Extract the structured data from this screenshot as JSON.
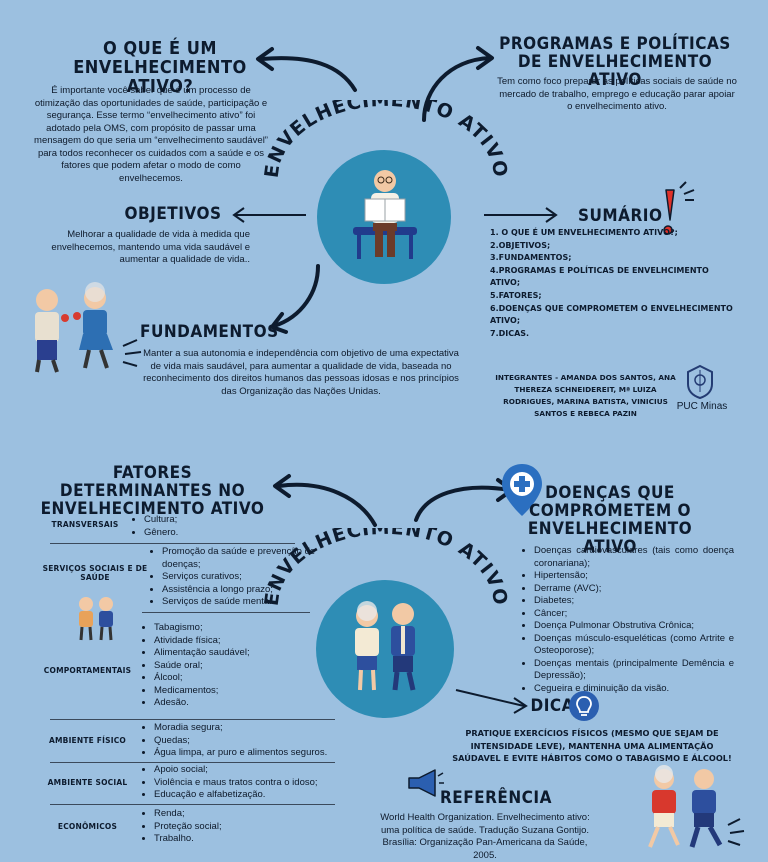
{
  "top": {
    "o_que_title": "O QUE É UM ENVELHECIMENTO ATIVO?",
    "o_que_text": "É importante você saber que é um processo de otimização das oportunidades de saúde, participação e segurança. Esse termo “envelhecimento ativo”  foi adotado pela OMS, com propósito de passar uma mensagem do que seria um “envelhecimento saudável” para todos reconhecer os cuidados com a saúde e os fatores que podem afetar o modo de como envelhecemos.",
    "center_title": "ENVELHECIMENTO ATIVO",
    "programas_title": "PROGRAMAS E POLÍTICAS DE ENVELHECIMENTO ATIVO",
    "programas_text": "Tem como foco preparar as políticas sociais de saúde no mercado de trabalho, emprego e educação parar apoiar o envelhecimento ativo.",
    "objetivos_title": "OBJETIVOS",
    "objetivos_text": "Melhorar a qualidade de vida à medida que envelhecemos, mantendo uma vida saudável e aumentar a qualidade de vida..",
    "sumario_title": "SUMÁRIO",
    "sumario_items": [
      "1. O QUE É UM ENVELHECIMENTO ATIVO?;",
      "2.OBJETIVOS;",
      "3.FUNDAMENTOS;",
      "4.PROGRAMAS E POLÍTICAS DE ENVELHCIMENTO ATIVO;",
      "5.FATORES;",
      "6.DOENÇAS QUE COMPROMETEM O ENVELHECIMENTO ATIVO;",
      "7.DICAS."
    ],
    "fundamentos_title": "FUNDAMENTOS",
    "fundamentos_text": "Manter a sua autonomia e independência com objetivo de uma expectativa de vida mais saudável, para aumentar a qualidade de vida, baseada no reconhecimento dos direitos humanos das pessoas idosas e nos princípios das Organização das Nações Unidas.",
    "integrantes": "INTEGRANTES - AMANDA DOS SANTOS, ANA THEREZA SCHNEIDEREIT, Mª LUIZA RODRIGUES, MARINA BATISTA, VINICIUS SANTOS E REBECA PAZIN",
    "puc": "PUC Minas"
  },
  "bottom": {
    "fatores_title": "FATORES DETERMINANTES NO ENVELHECIMENTO ATIVO",
    "center_title": "ENVELHECIMENTO ATIVO",
    "fatores": [
      {
        "cat": "TRANSVERSAIS",
        "items": [
          "Cultura;",
          "Gênero."
        ]
      },
      {
        "cat": "SERVIÇOS SOCIAIS E DE SAÚDE",
        "items": [
          "Promoção da saúde e prevenção de doenças;",
          "Serviços curativos;",
          "Assistência a longo prazo;",
          "Serviços de saúde mental."
        ]
      },
      {
        "cat": "COMPORTAMENTAIS",
        "items": [
          "Tabagismo;",
          "Atividade física;",
          "Alimentação saudável;",
          "Saúde oral;",
          "Álcool;",
          "Medicamentos;",
          "Adesão."
        ]
      },
      {
        "cat": "AMBIENTE FÍSICO",
        "items": [
          "Moradia segura;",
          "Quedas;",
          "Água limpa, ar puro e alimentos seguros."
        ]
      },
      {
        "cat": "AMBIENTE SOCIAL",
        "items": [
          "Apoio social;",
          "Violência e maus tratos contra o idoso;",
          "Educação e alfabetização."
        ]
      },
      {
        "cat": "ECONÔMICOS",
        "items": [
          "Renda;",
          "Proteção social;",
          "Trabalho."
        ]
      }
    ],
    "doencas_title": "DOENÇAS QUE COMPROMETEM O ENVELHECIMENTO ATIVO",
    "doencas": [
      "Doenças cardiovasculares (tais como doença coronariana);",
      "Hipertensão;",
      "Derrame (AVC);",
      "Diabetes;",
      "Câncer;",
      "Doença Pulmonar Obstrutiva Crônica;",
      "Doenças músculo-esqueléticas (como Artrite e Osteoporose);",
      "Doenças mentais (principalmente Demência e Depressão);",
      "Cegueira e diminuição da visão."
    ],
    "dicas_title": "DICAS",
    "dicas_text": "PRATIQUE EXERCÍCIOS FÍSICOS (MESMO QUE SEJAM DE INTENSIDADE LEVE), MANTENHA UMA ALIMENTAÇÃO SAÚDAVEL E EVITE HÁBITOS COMO O TABAGISMO E ÁLCOOL!",
    "referencia_title": "REFERÊNCIA",
    "referencia_text": "World Health Organization. Envelhecimento ativo: uma política de saúde. Tradução Suzana Gontijo. Brasília: Organização Pan-Americana da Saúde, 2005."
  },
  "colors": {
    "background": "#9cc0e0",
    "circle": "#2e8db5",
    "text": "#0d1b2e",
    "exclaim": "#e0312a"
  }
}
